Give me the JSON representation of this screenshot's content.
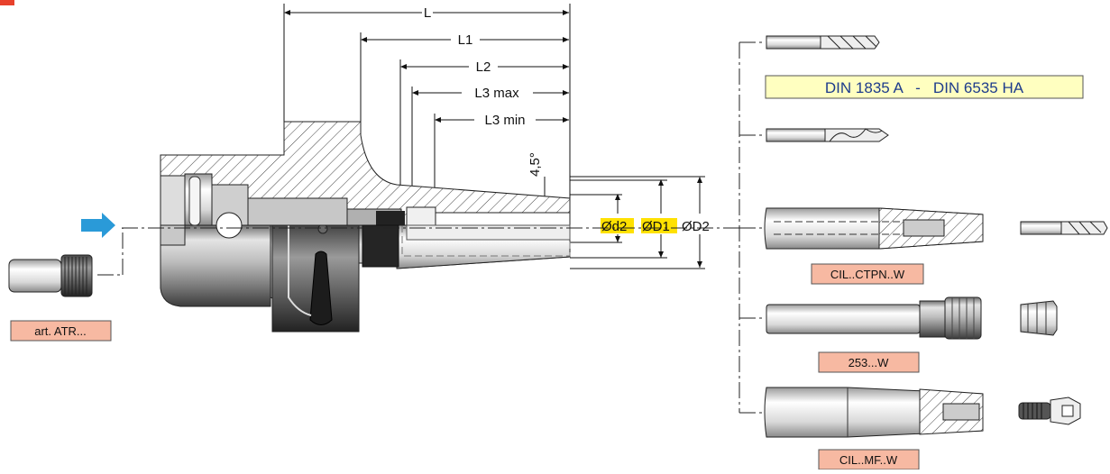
{
  "dimensions": {
    "L": "L",
    "L1": "L1",
    "L2": "L2",
    "L3max": "L3 max",
    "L3min": "L3 min",
    "angle": "4,5°",
    "d2": "Ød2",
    "D1": "ØD1",
    "D2": "ØD2"
  },
  "labels": {
    "din": "DIN 1835 A   -   DIN 6535 HA",
    "atr": "art. ATR...",
    "ctpn": "CIL..CTPN..W",
    "w253": "253...W",
    "mf": "CIL..MF..W"
  },
  "colors": {
    "highlight": "#ffe100",
    "din_box": "#ffffc0",
    "label_box": "#f7b9a2",
    "arrow": "#2a9ad8",
    "corner_mark": "#e8412c"
  }
}
